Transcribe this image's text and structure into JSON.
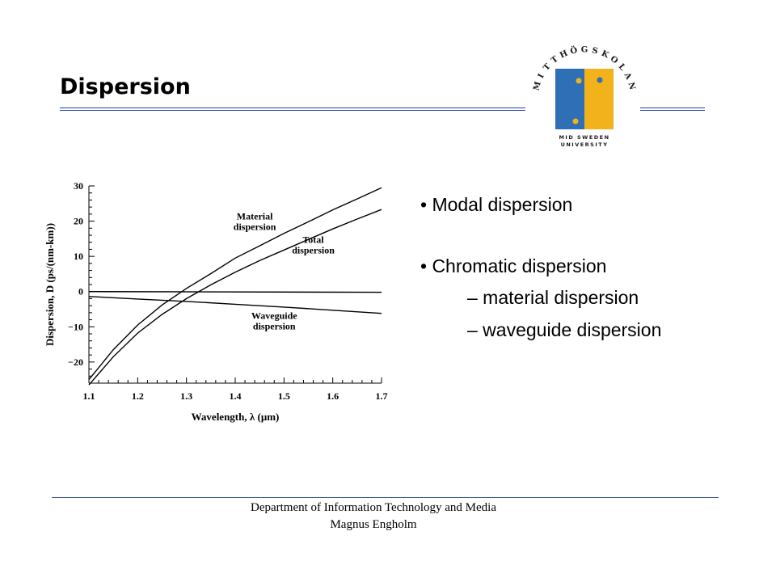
{
  "slide": {
    "title": "Dispersion",
    "accent_color": "#1f3fb0"
  },
  "logo": {
    "arc_text": "MITTHÖGSKOLAN",
    "line1": "MID SWEDEN",
    "line2": "UNIVERSITY",
    "blue": "#2f6fb5",
    "yellow": "#f2b21b"
  },
  "bullets": {
    "b1": "• Modal dispersion",
    "b2": "• Chromatic dispersion",
    "s1": "– material dispersion",
    "s2": "– waveguide dispersion"
  },
  "footer": {
    "line1": "Department of Information Technology and Media",
    "line2": "Magnus Engholm"
  },
  "chart_data": {
    "type": "line",
    "xlabel": "Wavelength, λ (μm)",
    "ylabel": "Dispersion, D (ps/(nm-km))",
    "xlim": [
      1.1,
      1.7
    ],
    "ylim": [
      -26,
      30
    ],
    "xticks": [
      "1.1",
      "1.2",
      "1.3",
      "1.4",
      "1.5",
      "1.6",
      "1.7"
    ],
    "yticks": [
      "30",
      "20",
      "10",
      "0",
      "−10",
      "−20"
    ],
    "grid": false,
    "series": [
      {
        "name": "Material dispersion",
        "label_lines": [
          "Material",
          "dispersion"
        ],
        "x": [
          1.1,
          1.15,
          1.2,
          1.25,
          1.3,
          1.35,
          1.4,
          1.45,
          1.5,
          1.55,
          1.6,
          1.65,
          1.7
        ],
        "y": [
          -25,
          -16.5,
          -9.5,
          -3.8,
          0.9,
          5.1,
          9.5,
          13,
          16.5,
          19.8,
          23.2,
          26.3,
          29.5
        ]
      },
      {
        "name": "Total dispersion",
        "label_lines": [
          "Total",
          "dispersion"
        ],
        "x": [
          1.1,
          1.15,
          1.2,
          1.25,
          1.3,
          1.35,
          1.4,
          1.45,
          1.5,
          1.55,
          1.6,
          1.65,
          1.7
        ],
        "y": [
          -26.5,
          -18.5,
          -11.8,
          -6.5,
          -2,
          1.9,
          5.5,
          8.8,
          11.8,
          14.8,
          17.8,
          20.6,
          23.3
        ]
      },
      {
        "name": "Waveguide dispersion",
        "label_lines": [
          "Waveguide",
          "dispersion"
        ],
        "x": [
          1.1,
          1.2,
          1.3,
          1.4,
          1.5,
          1.6,
          1.7
        ],
        "y": [
          -1.4,
          -2.1,
          -2.8,
          -3.6,
          -4.4,
          -5.3,
          -6.2
        ]
      },
      {
        "name": "zero",
        "x": [
          1.1,
          1.7
        ],
        "y": [
          0,
          -0.2
        ]
      }
    ]
  }
}
